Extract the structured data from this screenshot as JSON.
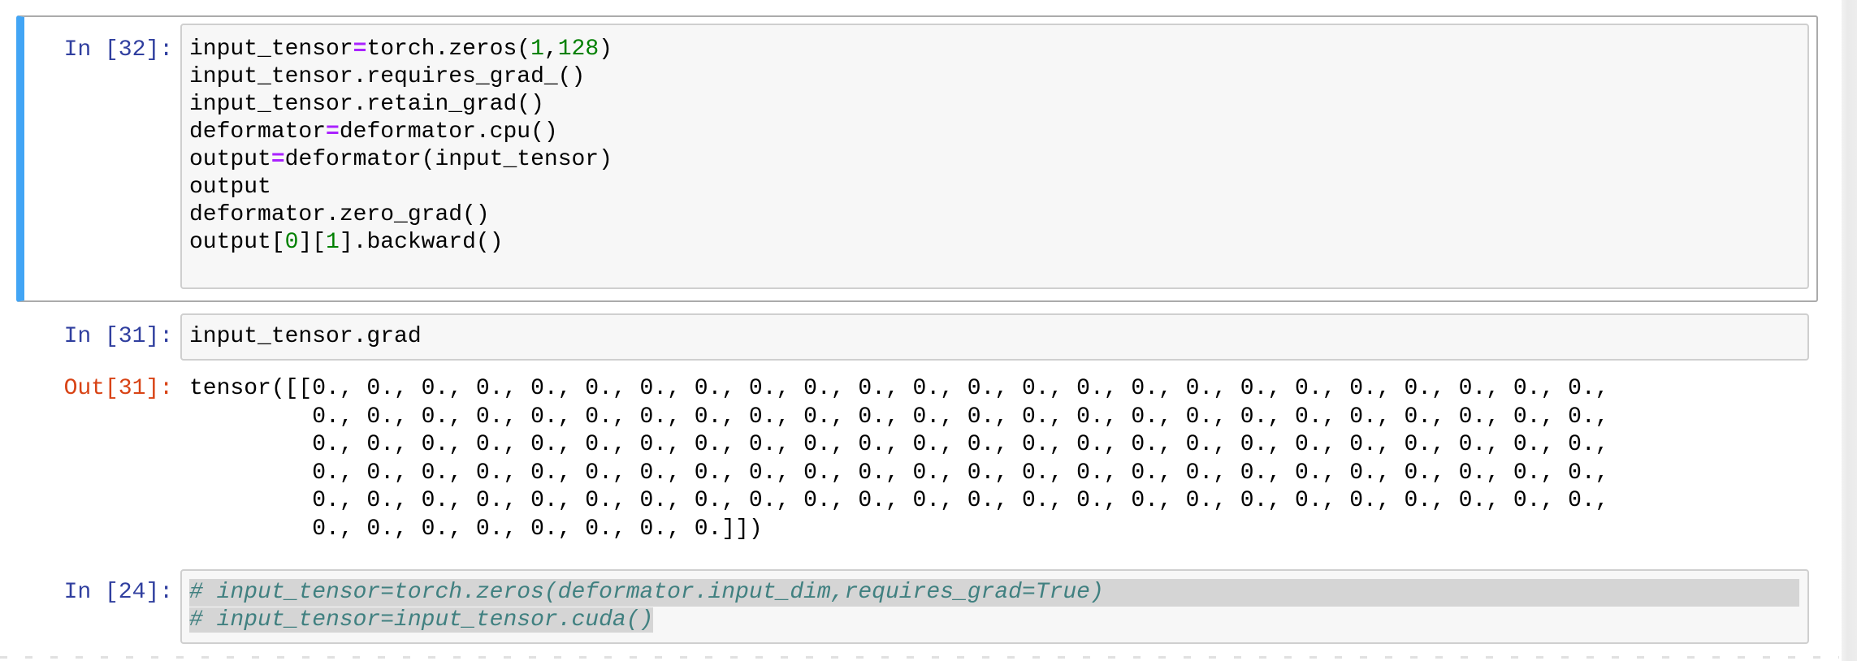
{
  "notebook": {
    "colors": {
      "selected_cell_bar": "#42a5f5",
      "selected_cell_border": "#ababab",
      "input_prompt": "#303f9f",
      "output_prompt": "#d84315",
      "code_bg": "#f7f7f7",
      "code_border": "#cfcfcf",
      "operator": "#aa22ff",
      "number": "#008000",
      "comment": "#408080",
      "text_selection": "#d5d5d5"
    },
    "cells": [
      {
        "prompt": "In [32]:",
        "selected": true,
        "lines": [
          {
            "tokens": [
              {
                "t": "input_tensor"
              },
              {
                "t": "=",
                "c": "op"
              },
              {
                "t": "torch.zeros("
              },
              {
                "t": "1",
                "c": "num"
              },
              {
                "t": ","
              },
              {
                "t": "128",
                "c": "num"
              },
              {
                "t": ")"
              }
            ]
          },
          {
            "tokens": [
              {
                "t": "input_tensor.requires_grad_()"
              }
            ]
          },
          {
            "tokens": [
              {
                "t": "input_tensor.retain_grad()"
              }
            ]
          },
          {
            "tokens": [
              {
                "t": "deformator"
              },
              {
                "t": "=",
                "c": "op"
              },
              {
                "t": "deformator.cpu()"
              }
            ]
          },
          {
            "tokens": [
              {
                "t": "output"
              },
              {
                "t": "=",
                "c": "op"
              },
              {
                "t": "deformator(input_tensor)"
              }
            ]
          },
          {
            "tokens": [
              {
                "t": "output"
              }
            ]
          },
          {
            "tokens": [
              {
                "t": "deformator.zero_grad()"
              }
            ]
          },
          {
            "tokens": [
              {
                "t": "output["
              },
              {
                "t": "0",
                "c": "num"
              },
              {
                "t": "]["
              },
              {
                "t": "1",
                "c": "num"
              },
              {
                "t": "].backward()"
              }
            ]
          }
        ]
      },
      {
        "prompt": "In [31]:",
        "selected": false,
        "lines": [
          {
            "tokens": [
              {
                "t": "input_tensor.grad"
              }
            ]
          }
        ],
        "output": {
          "prompt": "Out[31]:",
          "lines": [
            "tensor([[0., 0., 0., 0., 0., 0., 0., 0., 0., 0., 0., 0., 0., 0., 0., 0., 0., 0., 0., 0., 0., 0., 0., 0.,",
            "         0., 0., 0., 0., 0., 0., 0., 0., 0., 0., 0., 0., 0., 0., 0., 0., 0., 0., 0., 0., 0., 0., 0., 0.,",
            "         0., 0., 0., 0., 0., 0., 0., 0., 0., 0., 0., 0., 0., 0., 0., 0., 0., 0., 0., 0., 0., 0., 0., 0.,",
            "         0., 0., 0., 0., 0., 0., 0., 0., 0., 0., 0., 0., 0., 0., 0., 0., 0., 0., 0., 0., 0., 0., 0., 0.,",
            "         0., 0., 0., 0., 0., 0., 0., 0., 0., 0., 0., 0., 0., 0., 0., 0., 0., 0., 0., 0., 0., 0., 0., 0.,",
            "         0., 0., 0., 0., 0., 0., 0., 0.]])"
          ]
        }
      },
      {
        "prompt": "In [24]:",
        "selected": false,
        "lines": [
          {
            "cls": "sel-full",
            "tokens": [
              {
                "t": "# input_tensor=torch.zeros(deformator.input_dim,requires_grad=True)",
                "c": "comment"
              }
            ]
          },
          {
            "tokens": [
              {
                "t": "# input_tensor=input_tensor.cuda()",
                "c": "comment sel"
              }
            ]
          }
        ]
      }
    ]
  }
}
